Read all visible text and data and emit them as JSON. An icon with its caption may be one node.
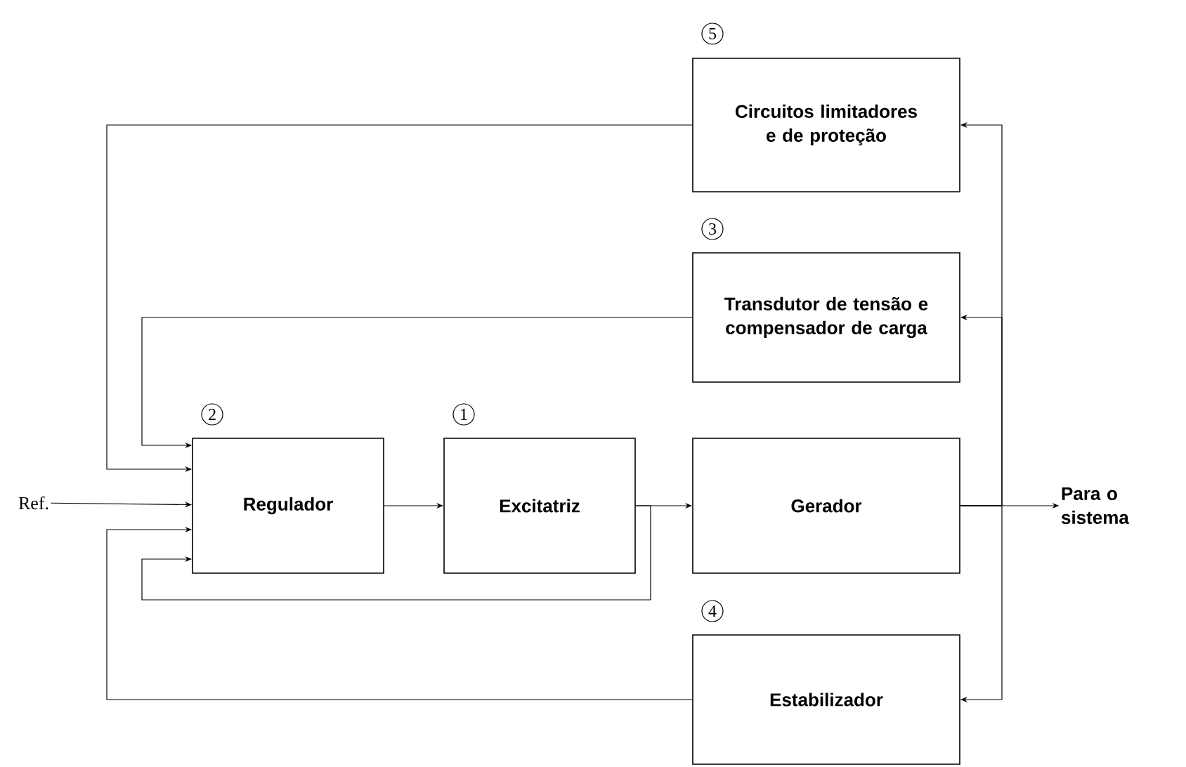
{
  "diagram": {
    "nodes": [
      {
        "text": [
          "Circuitos limitadores e de proteção"
        ],
        "beside": [
          "5"
        ]
      },
      {
        "text": [
          "Transdutor de tensão e compensador de carga"
        ],
        "beside": [
          "3"
        ]
      },
      {
        "text": [
          "Regulador"
        ],
        "beside": [
          "2"
        ]
      },
      {
        "text": [
          "Excitatriz"
        ],
        "beside": [
          "1"
        ]
      },
      {
        "text": [
          "Gerador"
        ]
      },
      {
        "text": [
          "Estabilizador"
        ],
        "beside": [
          "4"
        ]
      },
      {
        "text": [
          "Ref."
        ]
      },
      {
        "text": [
          "Para o sistema"
        ]
      }
    ],
    "edges": [
      {
        "from": 6,
        "to": 2,
        "arrow": "to"
      },
      {
        "from": 2,
        "to": 3,
        "arrow": "to"
      },
      {
        "from": 3,
        "to": 4,
        "arrow": "to"
      },
      {
        "from": 4,
        "to": 7,
        "arrow": "to"
      },
      {
        "from": 4,
        "to": 0,
        "arrow": "to"
      },
      {
        "from": 4,
        "to": 1,
        "arrow": "to"
      },
      {
        "from": 4,
        "to": 5,
        "arrow": "to"
      },
      {
        "from": 0,
        "to": 2,
        "arrow": "to"
      },
      {
        "from": 1,
        "to": 2,
        "arrow": "to"
      },
      {
        "from": 5,
        "to": 2,
        "arrow": "to"
      },
      {
        "from": 3,
        "to": 2,
        "arrow": "to"
      }
    ]
  }
}
